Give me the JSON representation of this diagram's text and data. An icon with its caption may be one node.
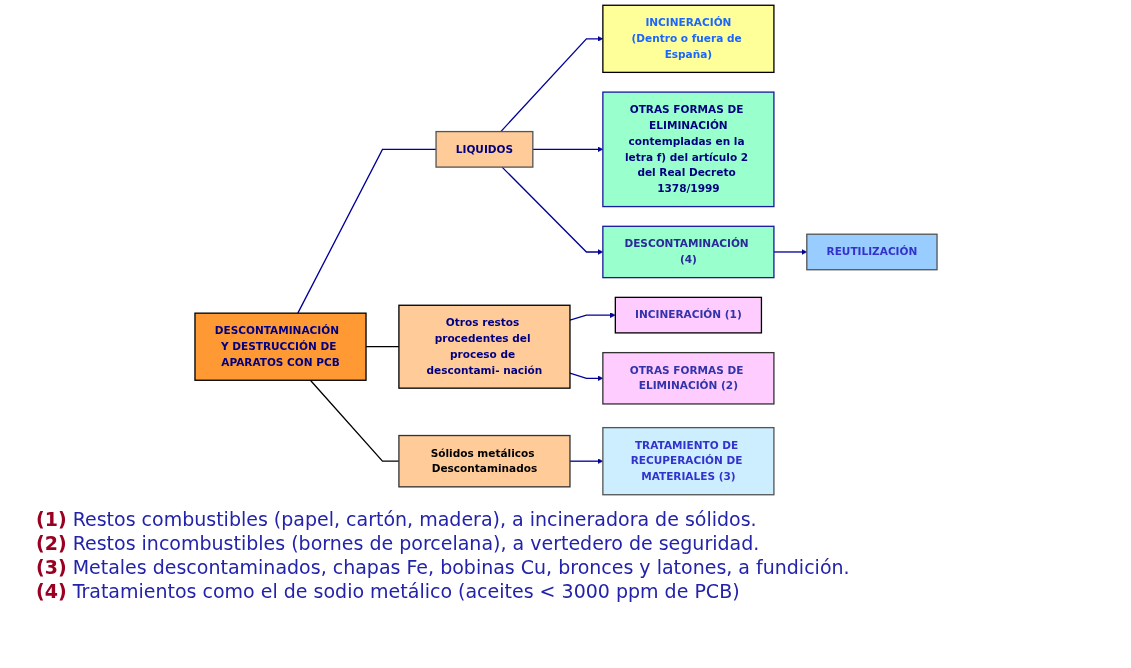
{
  "diagram": {
    "nodes": [
      {
        "text": [
          "DESCONTAMINACIÓN  Y DESTRUCCIÓN DE APARATOS CON PCB"
        ]
      },
      {
        "text": [
          "LIQUIDOS"
        ]
      },
      {
        "text": [
          "INCINERACIÓN",
          "(Dentro o fuera de España)"
        ]
      },
      {
        "text": [
          "OTRAS FORMAS DE ELIMINACIÓN",
          "contempladas en la letra f) del artículo 2 del Real Decreto 1378/1999"
        ]
      },
      {
        "text": [
          "DESCONTAMINACIÓN (4)"
        ]
      },
      {
        "text": [
          "REUTILIZACIÓN"
        ]
      },
      {
        "text": [
          "Otros restos procedentes del proceso de descontami- nación"
        ]
      },
      {
        "text": [
          "INCINERACIÓN (1)"
        ]
      },
      {
        "text": [
          "OTRAS FORMAS DE ELIMINACIÓN (2)"
        ]
      },
      {
        "text": [
          "Sólidos metálicos Descontaminados"
        ]
      },
      {
        "text": [
          "TRATAMIENTO DE RECUPERACIÓN DE MATERIALES (3)"
        ]
      }
    ],
    "edges": [
      {
        "from": 0,
        "to": 1,
        "arrow": "none"
      },
      {
        "from": 1,
        "to": 2,
        "arrow": "to"
      },
      {
        "from": 1,
        "to": 3,
        "arrow": "to"
      },
      {
        "from": 1,
        "to": 4,
        "arrow": "to"
      },
      {
        "from": 4,
        "to": 5,
        "arrow": "to"
      },
      {
        "from": 0,
        "to": 6,
        "arrow": "none",
        "color": "#000000"
      },
      {
        "from": 6,
        "to": 7,
        "arrow": "to"
      },
      {
        "from": 6,
        "to": 8,
        "arrow": "to"
      },
      {
        "from": 0,
        "to": 9,
        "arrow": "none",
        "color": "#000000"
      },
      {
        "from": 9,
        "to": 10,
        "arrow": "to"
      }
    ],
    "labels": [
      "**(1)** Restos combustibles (papel, cartón, madera), a incineradora de sólidos.",
      "**(2)** Restos incombustibles (bornes de porcelana), a vertedero de seguridad.",
      "**(3)** Metales descontaminados, chapas Fe, bobinas Cu, bronces y latones, a fundición.",
      "**(4)** Tratamientos como el de sodio metálico (aceites < 3000 ppm de PCB)"
    ]
  }
}
